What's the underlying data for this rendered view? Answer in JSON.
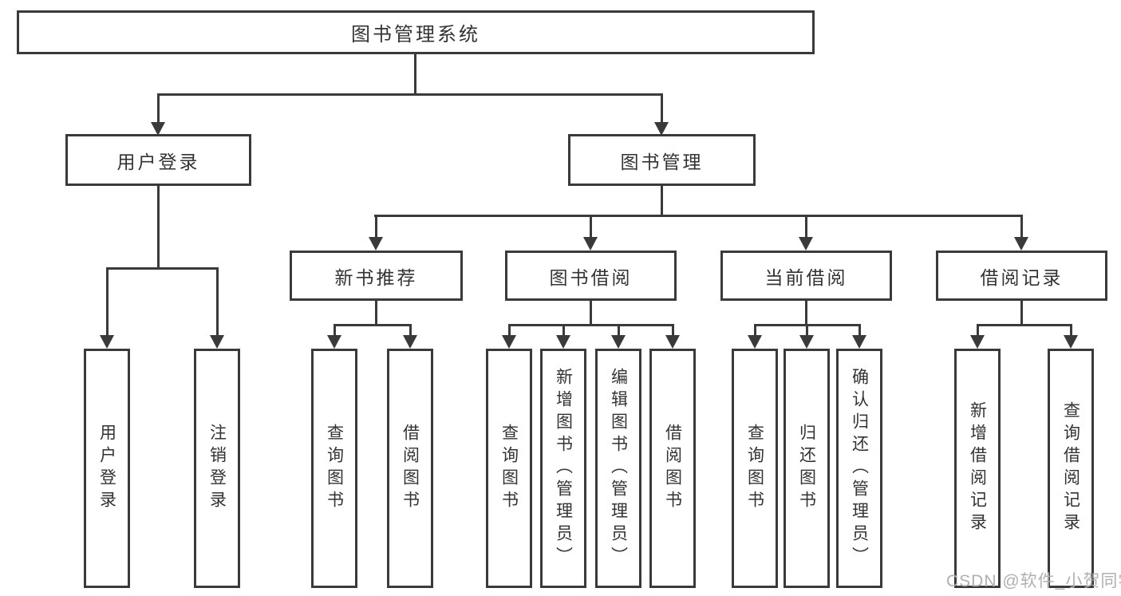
{
  "diagram": {
    "title": "图书管理系统",
    "root": {
      "label": "图书管理系统"
    },
    "level1": [
      {
        "label": "用户登录"
      },
      {
        "label": "图书管理"
      }
    ],
    "level2": [
      {
        "label": "新书推荐"
      },
      {
        "label": "图书借阅"
      },
      {
        "label": "当前借阅"
      },
      {
        "label": "借阅记录"
      }
    ],
    "leaves": [
      {
        "label": "用户登录"
      },
      {
        "label": "注销登录"
      },
      {
        "label": "查询图书"
      },
      {
        "label": "借阅图书"
      },
      {
        "label": "查询图书"
      },
      {
        "label": "新增图书（管理员）"
      },
      {
        "label": "编辑图书（管理员）"
      },
      {
        "label": "借阅图书"
      },
      {
        "label": "查询图书"
      },
      {
        "label": "归还图书"
      },
      {
        "label": "确认归还（管理员）"
      },
      {
        "label": "新增借阅记录"
      },
      {
        "label": "查询借阅记录"
      }
    ]
  },
  "watermark": "CSDN @软件_小贺同学",
  "colors": {
    "line": "#3a3a3a",
    "text": "#333333",
    "watermark": "#b0b0b0",
    "background": "#ffffff"
  }
}
